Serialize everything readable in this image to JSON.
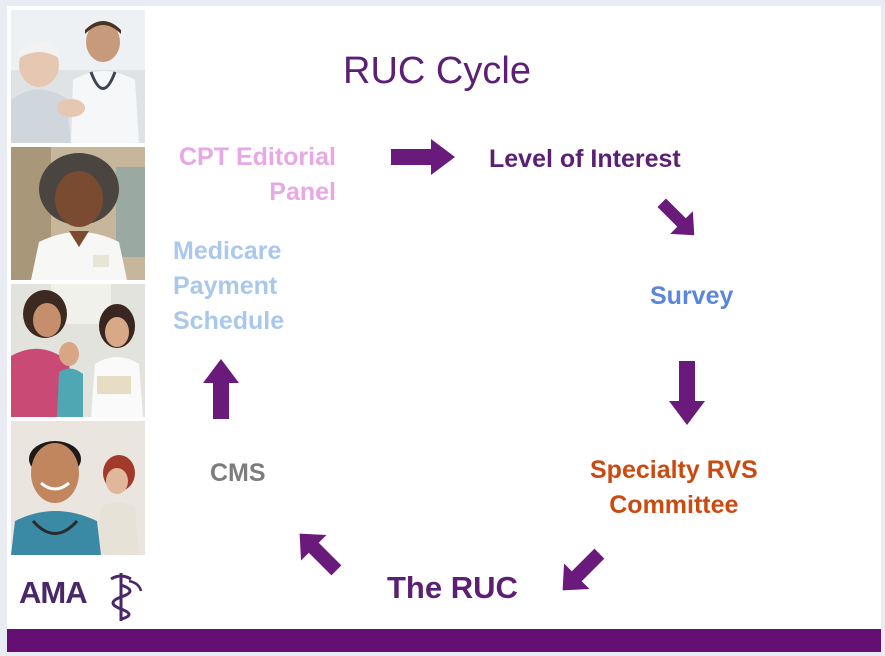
{
  "title": "RUC Cycle",
  "logo": {
    "text": "AMA"
  },
  "cycle_steps": [
    {
      "lines": [
        "Level of Interest"
      ],
      "color": "#5c1f73"
    },
    {
      "lines": [
        "Survey"
      ],
      "color": "#5b86de"
    },
    {
      "lines": [
        "Specialty RVS",
        "Committee"
      ],
      "color": "#cb4a10"
    },
    {
      "lines": [
        "The RUC"
      ],
      "color": "#5c1f73"
    },
    {
      "lines": [
        "CMS"
      ],
      "color": "#7d7d7d"
    },
    {
      "lines": [
        "Medicare",
        "Payment",
        "Schedule"
      ],
      "color": "#a9c8ec"
    },
    {
      "lines": [
        "CPT Editorial",
        "Panel"
      ],
      "color": "#e8a7e6"
    }
  ],
  "colors": {
    "arrow": "#6a1a7b",
    "footer_bar": "#650f74",
    "title": "#5b1f75"
  }
}
